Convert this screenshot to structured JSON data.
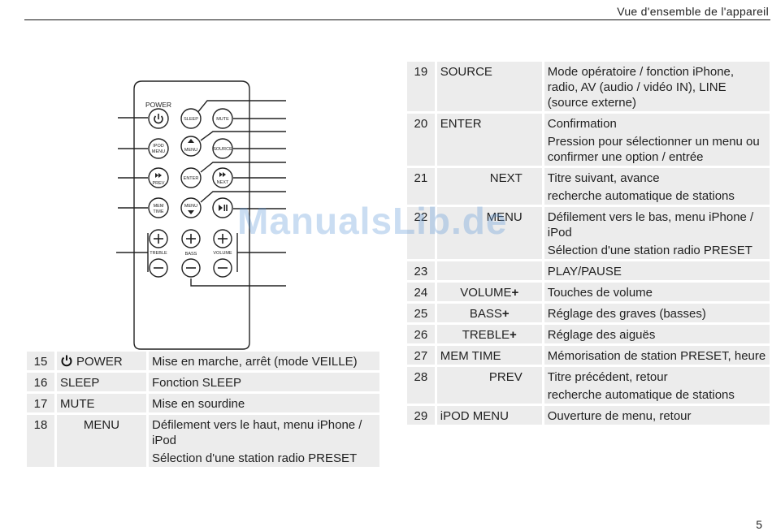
{
  "header": {
    "title": "Vue d'ensemble de l'appareil"
  },
  "page_number": "5",
  "watermark": "ManualsLib.de",
  "remote": {
    "power_label": "POWER",
    "buttons": {
      "sleep": "SLEEP",
      "mute": "MUTE",
      "ipod_menu_1": "IPOD",
      "ipod_menu_2": "MENU",
      "menu_up": "MENU",
      "source": "SOURCE",
      "prev": "PREV",
      "enter": "ENTER",
      "next": "NEXT",
      "mem_1": "MEM",
      "mem_2": "TIME",
      "menu_down": "MENU"
    },
    "group_labels": {
      "treble": "TREBLE",
      "bass": "BASS",
      "volume": "VOLUME"
    }
  },
  "left_table": [
    {
      "num": "15",
      "name": "POWER",
      "desc": [
        "Mise en marche, arrêt (mode VEILLE)"
      ]
    },
    {
      "num": "16",
      "name": "SLEEP",
      "desc": [
        "Fonction SLEEP"
      ]
    },
    {
      "num": "17",
      "name": "MUTE",
      "desc": [
        "Mise en sourdine"
      ]
    },
    {
      "num": "18",
      "name": "MENU",
      "desc": [
        "Défilement vers le haut, menu iPhone / iPod",
        "Sélection d'une station radio PRESET"
      ]
    }
  ],
  "right_table": [
    {
      "num": "19",
      "name": "SOURCE",
      "desc": [
        "Mode opératoire / fonction iPhone, radio, AV (audio / vidéo IN), LINE (source externe)"
      ]
    },
    {
      "num": "20",
      "name": "ENTER",
      "desc": [
        "Confirmation",
        "Pression pour sélectionner un menu ou confirmer une option / entrée"
      ]
    },
    {
      "num": "21",
      "name": "NEXT",
      "desc": [
        "Titre suivant, avance",
        "recherche automatique de stations"
      ]
    },
    {
      "num": "22",
      "name": "MENU",
      "desc": [
        "Défilement vers le bas, menu iPhone / iPod",
        "Sélection d'une station radio PRESET"
      ]
    },
    {
      "num": "23",
      "name": "",
      "desc": [
        "PLAY/PAUSE"
      ]
    },
    {
      "num": "24",
      "name": "VOLUME",
      "desc": [
        "Touches de volume"
      ]
    },
    {
      "num": "25",
      "name": "BASS",
      "desc": [
        "Réglage des graves (basses)"
      ]
    },
    {
      "num": "26",
      "name": "TREBLE",
      "desc": [
        "Réglage des aiguës"
      ]
    },
    {
      "num": "27",
      "name": "MEM TIME",
      "desc": [
        "Mémorisation de station PRESET, heure"
      ]
    },
    {
      "num": "28",
      "name": "PREV",
      "desc": [
        "Titre précédent, retour",
        "recherche automatique de stations"
      ]
    },
    {
      "num": "29",
      "name": "iPOD MENU",
      "desc": [
        "Ouverture de menu, retour"
      ]
    }
  ]
}
